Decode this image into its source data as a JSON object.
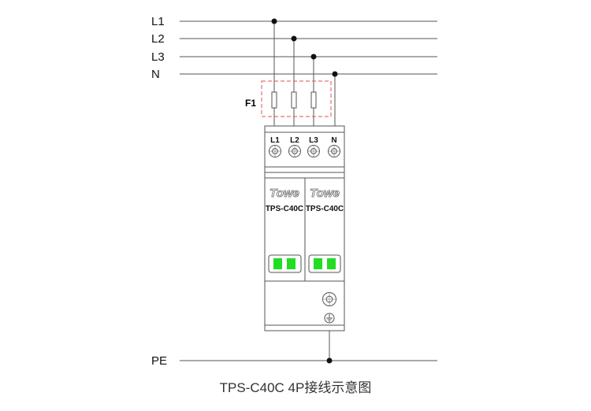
{
  "lines": {
    "l1": "L1",
    "l2": "L2",
    "l3": "L3",
    "n": "N",
    "pe": "PE"
  },
  "fuse_label": "F1",
  "terminals": [
    "L1",
    "L2",
    "L3",
    "N"
  ],
  "modules": [
    {
      "brand": "Towe",
      "model": "TPS-C40C"
    },
    {
      "brand": "Towe",
      "model": "TPS-C40C"
    }
  ],
  "caption": "TPS-C40C 4P接线示意图",
  "colors": {
    "indicator": "#22dd22",
    "fuse_box": "#e05050"
  }
}
